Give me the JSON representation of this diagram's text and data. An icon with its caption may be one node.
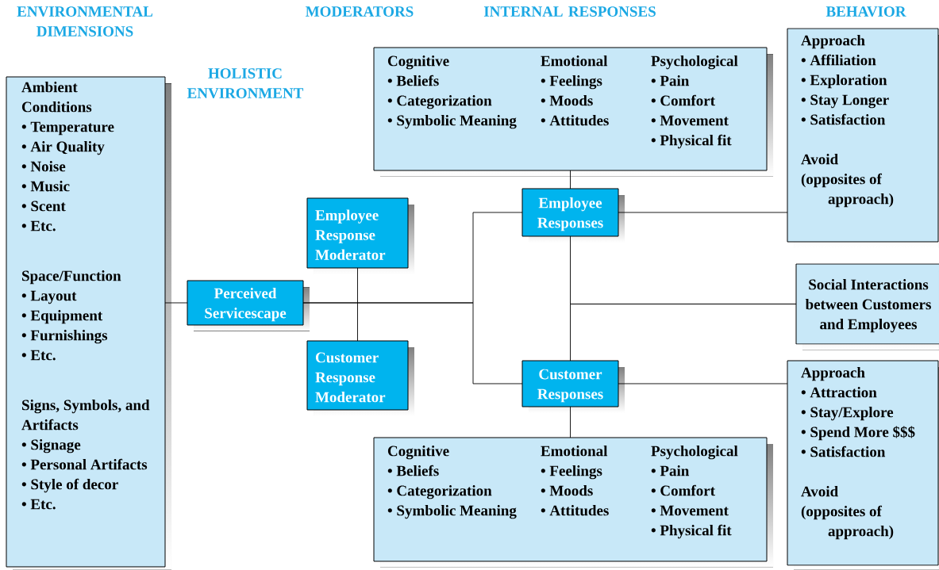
{
  "diagram": {
    "nodes": [
      {
        "text": [
          "Ambient Conditions",
          "• Temperature",
          "• Air Quality",
          "• Noise",
          "• Music",
          "• Scent",
          "• Etc.",
          "Space/Function",
          "• Layout",
          "• Equipment",
          "• Furnishings",
          "• Etc.",
          "Signs, Symbols, and Artifacts",
          "• Signage",
          "• Personal Artifacts",
          "• Style of decor",
          "• Etc."
        ]
      },
      {
        "text": [
          "Perceived Servicescape"
        ]
      },
      {
        "text": [
          "Employee Response Moderator"
        ]
      },
      {
        "text": [
          "Customer Response Moderator"
        ]
      },
      {
        "text": [
          "Cognitive",
          "• Beliefs",
          "• Categorization",
          "• Symbolic Meaning",
          "Emotional",
          "• Feelings",
          "• Moods",
          "• Attitudes",
          "Psychological",
          "• Pain",
          "• Comfort",
          "• Movement",
          "• Physical fit"
        ]
      },
      {
        "text": [
          "Employee Responses"
        ]
      },
      {
        "text": [
          "Customer Responses"
        ]
      },
      {
        "text": [
          "Cognitive",
          "• Beliefs",
          "• Categorization",
          "• Symbolic Meaning",
          "Emotional",
          "• Feelings",
          "• Moods",
          "• Attitudes",
          "Psychological",
          "• Pain",
          "• Comfort",
          "• Movement",
          "• Physical fit"
        ]
      },
      {
        "text": [
          "Approach",
          "• Affiliation",
          "• Exploration",
          "• Stay Longer",
          "• Satisfaction",
          "Avoid",
          "(opposites of approach)"
        ]
      },
      {
        "text": [
          "Social Interactions between Customers and Employees"
        ]
      },
      {
        "text": [
          "Approach",
          "• Attraction",
          "• Stay/Explore",
          "• Spend More $$$",
          "• Satisfaction",
          "Avoid",
          "(opposites of approach)"
        ]
      }
    ],
    "edges": [
      {
        "from": 0,
        "to": 1,
        "arrow": "none"
      },
      {
        "from": 1,
        "to": 5,
        "arrow": "none"
      },
      {
        "from": 1,
        "to": 6,
        "arrow": "none"
      },
      {
        "from": 2,
        "to": 3,
        "arrow": "none"
      },
      {
        "from": 4,
        "to": 5,
        "arrow": "none"
      },
      {
        "from": 5,
        "to": 8,
        "arrow": "none"
      },
      {
        "from": 5,
        "to": 9,
        "arrow": "none"
      },
      {
        "from": 6,
        "to": 9,
        "arrow": "none"
      },
      {
        "from": 6,
        "to": 10,
        "arrow": "none"
      },
      {
        "from": 6,
        "to": 7,
        "arrow": "none"
      }
    ],
    "labels": [
      "ENVIRONMENTAL DIMENSIONS",
      "MODERATORS",
      "INTERNAL RESPONSES",
      "BEHAVIOR",
      "HOLISTIC ENVIRONMENT"
    ]
  }
}
